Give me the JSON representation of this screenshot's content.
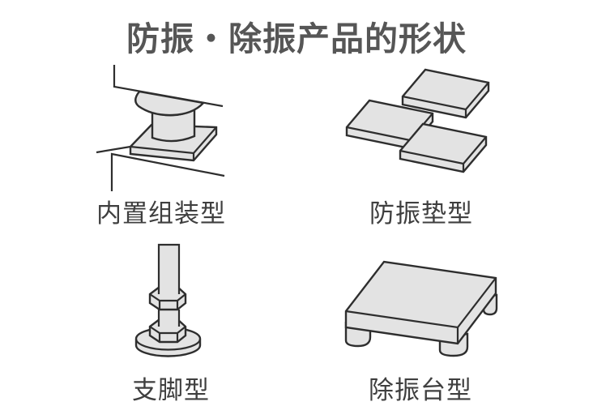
{
  "title": "防振・除振产品的形状",
  "colors": {
    "background": "#ffffff",
    "shape_fill": "#e3e3e3",
    "shape_stroke": "#2e2e2e",
    "title_color": "#565656",
    "label_color": "#3f3f3f"
  },
  "items": [
    {
      "label": "内置组装型",
      "illustration": "built-in-mount"
    },
    {
      "label": "防振垫型",
      "illustration": "anti-vibration-pads"
    },
    {
      "label": "支脚型",
      "illustration": "leveling-foot"
    },
    {
      "label": "除振台型",
      "illustration": "isolation-table"
    }
  ]
}
